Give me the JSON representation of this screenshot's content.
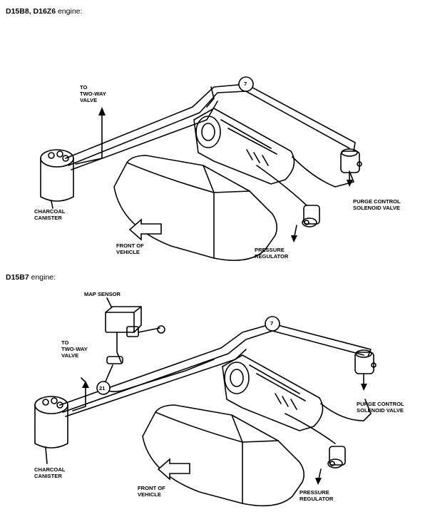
{
  "diagram1": {
    "heading_bold": "D15B8, D16Z6",
    "heading_rest": " engine:",
    "labels": {
      "to_two_way": "TO\nTWO-WAY\nVALVE",
      "charcoal": "CHARCOAL\nCANISTER",
      "front": "FRONT OF\nVEHICLE",
      "pressure": "PRESSURE\nREGULATOR",
      "purge": "PURGE CONTROL\nSOLENOID VALVE",
      "hose_number": "7"
    }
  },
  "diagram2": {
    "heading_bold": "D15B7",
    "heading_rest": " engine:",
    "labels": {
      "map_sensor": "MAP SENSOR",
      "to_two_way": "TO\nTWO-WAY\nVALVE",
      "charcoal": "CHARCOAL\nCANISTER",
      "front": "FRONT OF\nVEHICLE",
      "pressure": "PRESSURE\nREGULATOR",
      "purge": "PURGE CONTROL\nSOLENOID VALVE",
      "hose_number": "7",
      "hose_number_2": "21"
    }
  }
}
